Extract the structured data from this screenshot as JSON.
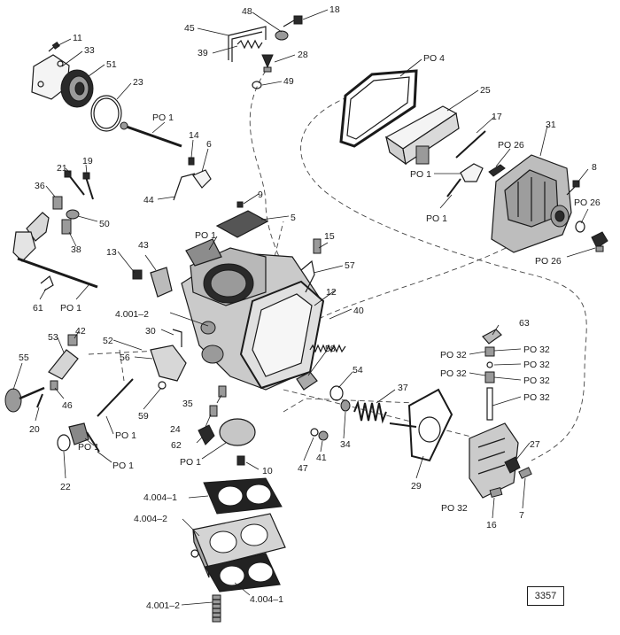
{
  "figure_number": "3357",
  "callouts": {
    "c11": "11",
    "c33": "33",
    "c51": "51",
    "c23": "23",
    "c48": "48",
    "c18": "18",
    "c45": "45",
    "c39": "39",
    "c28": "28",
    "c49": "49",
    "po4": "PO 4",
    "c25": "25",
    "c17": "17",
    "po26a": "PO 26",
    "c31": "31",
    "po1_rod": "PO 1",
    "c14": "14",
    "c6": "6",
    "c44": "44",
    "c21": "21",
    "c19": "19",
    "c36": "36",
    "c50": "50",
    "c38": "38",
    "c9": "9",
    "c5": "5",
    "po1_bowl": "PO 1",
    "c15": "15",
    "c57": "57",
    "po1_a": "PO 1",
    "po1_b": "PO 1",
    "c8": "8",
    "po26b": "PO 26",
    "po26c": "PO 26",
    "c13": "13",
    "c43": "43",
    "c12": "12",
    "c61": "61",
    "po1_shaft": "PO 1",
    "c4001_2a": "4.001–2",
    "c40": "40",
    "c53": "53",
    "c42": "42",
    "c52": "52",
    "c30": "30",
    "c56": "56",
    "c55": "55",
    "c46": "46",
    "c20": "20",
    "c59": "59",
    "c58": "58",
    "c54": "54",
    "c37": "37",
    "c63": "63",
    "po32a": "PO 32",
    "po32b": "PO 32",
    "po32c": "PO 32",
    "po32d": "PO 32",
    "po32e": "PO 32",
    "po32f": "PO 32",
    "po32g": "PO 32",
    "c35": "35",
    "c24": "24",
    "c62": "62",
    "po1_plate": "PO 1",
    "c10": "10",
    "po1_wire": "PO 1",
    "po1_cup": "PO 1",
    "po1_pin": "PO 1",
    "c22": "22",
    "c34": "34",
    "c47": "47",
    "c41": "41",
    "c29": "29",
    "c27": "27",
    "c7": "7",
    "c16": "16",
    "c4004_1a": "4.004–1",
    "c4004_2": "4.004–2",
    "c4004_1b": "4.004–1",
    "c4001_2b": "4.001–2"
  }
}
